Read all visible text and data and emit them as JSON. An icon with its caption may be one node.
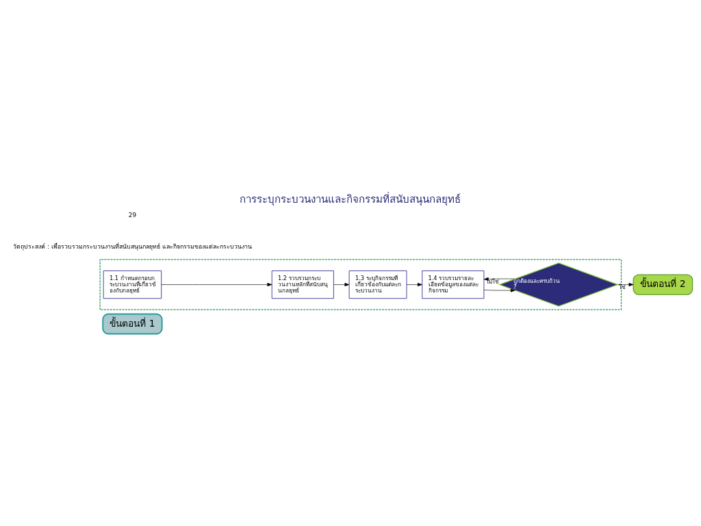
{
  "diagram": {
    "title": "การระบุกระบวนงานและกิจกรรมที่สนับสนุนกลยุทธ์",
    "nodes": [
      {
        "text": [
          "ขั้นตอนที่ 1"
        ]
      },
      {
        "text": [],
        "shape": "box"
      },
      {
        "text": [
          "1.1 กำหนดกรอบกระบวนงานที่เกี่ยวข้องกับกลยุทธ์"
        ],
        "in": 1
      },
      {
        "text": [
          "1.2 รวบรวมกระบวนงานหลักที่สนับสนุนกลยุทธ์"
        ],
        "in": 1
      },
      {
        "text": [
          "1.3 ระบุกิจกรรมที่เกี่ยวข้องกับแต่ละกระบวนงาน"
        ],
        "in": 1
      },
      {
        "text": [
          "1.4 รวบรวมรายละเอียดข้อมูลของแต่ละกิจกรรม"
        ],
        "in": 1
      },
      {
        "text": [
          "ถูกต้องและครบถ้วน?"
        ],
        "in": 1
      },
      {
        "text": [
          "ขั้นตอนที่ 2"
        ]
      }
    ],
    "edges": [
      {
        "from": 2,
        "to": 3,
        "arrow": "to"
      },
      {
        "from": 3,
        "to": 4,
        "arrow": "to"
      },
      {
        "from": 4,
        "to": 5,
        "arrow": "to"
      },
      {
        "from": 5,
        "to": 6,
        "arrow": "to"
      },
      {
        "from": 6,
        "to": 5,
        "arrow": "to",
        "label": "ไม่ใช่"
      },
      {
        "from": 6,
        "to": 7,
        "arrow": "to",
        "label": "ใช่"
      }
    ],
    "labels": [
      "วัตถุประสงค์ : เพื่อรวบรวมกระบวนงานที่สนับสนุนกลยุทธ์ และกิจกรรมของแต่ละกระบวนงาน",
      "29"
    ]
  }
}
